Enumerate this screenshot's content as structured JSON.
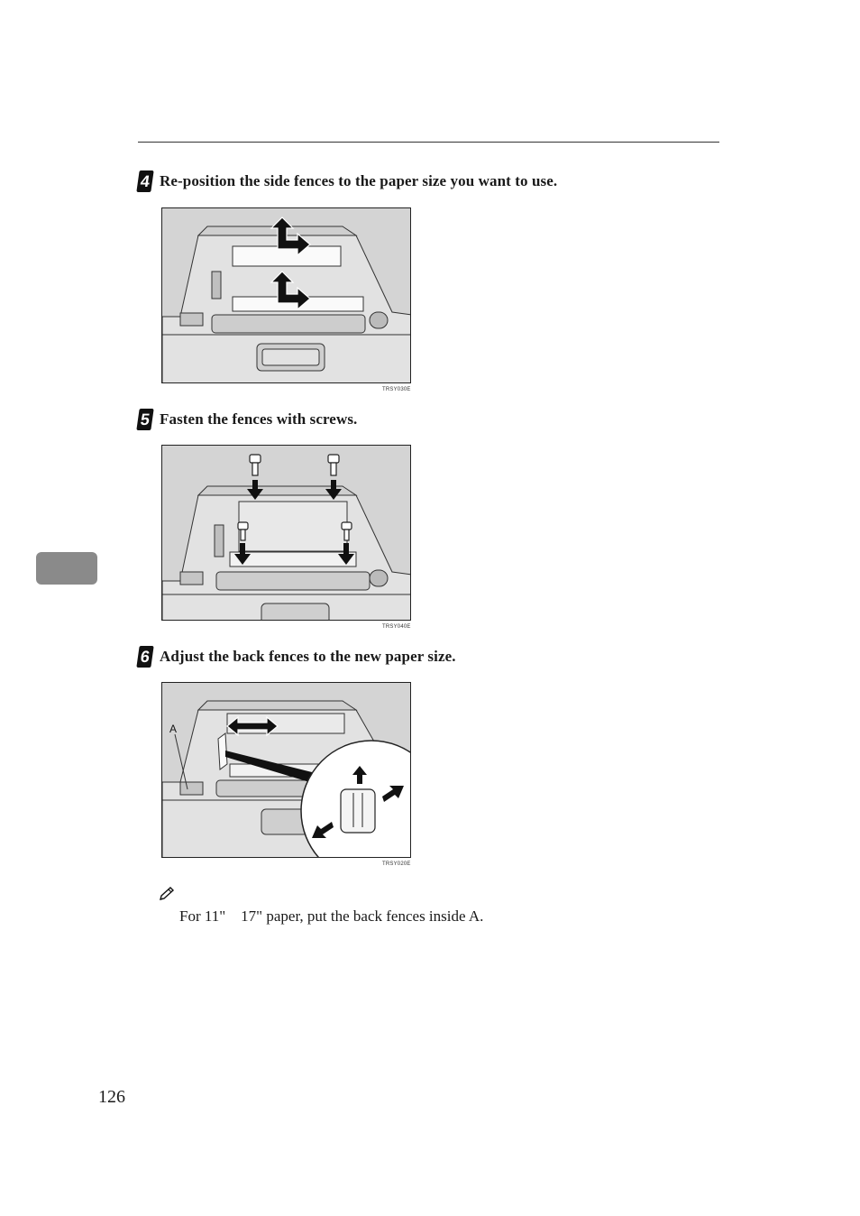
{
  "steps": [
    {
      "number": "4",
      "text": "Re-position the side fences to the paper size you want to use.",
      "figure_code": "TRSY030E"
    },
    {
      "number": "5",
      "text": "Fasten the fences with screws.",
      "figure_code": "TRSY040E"
    },
    {
      "number": "6",
      "text": "Adjust the back fences to the new paper size.",
      "figure_code": "TRSY020E",
      "figure_label": "A"
    }
  ],
  "note": {
    "icon": "pencil-note-icon",
    "text": "For 11\"    17\" paper, put the back fences inside A."
  },
  "side_tab": {
    "color": "#8a8a8a"
  },
  "page_number": "126"
}
